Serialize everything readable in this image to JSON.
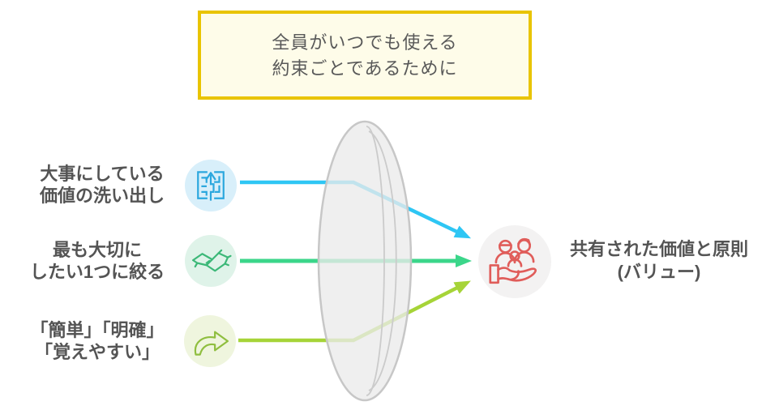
{
  "title_box": {
    "lines": [
      "全員がいつでも使える",
      "約束ごとであるために"
    ],
    "border_color": "#E9C400",
    "background_color": "#FEFCE9"
  },
  "inputs": [
    {
      "lines": [
        "大事にしている",
        "価値の洗い出し"
      ],
      "icon": "maze-icon",
      "icon_color": "#2BA7DE",
      "circle_color": "#D8EFFA",
      "arrow_color": "#2EC6F4"
    },
    {
      "lines": [
        "最も大切に",
        "したい1つに絞る"
      ],
      "icon": "handshake-icon",
      "icon_color": "#3CB878",
      "circle_color": "#DFF3E9",
      "arrow_color": "#3BD68A"
    },
    {
      "lines": [
        "「簡単」「明確」",
        "「覚えやすい」"
      ],
      "icon": "curved-arrow-icon",
      "icon_color": "#8FBE3F",
      "circle_color": "#EFF5DE",
      "arrow_color": "#A6D438"
    }
  ],
  "output": {
    "lines": [
      "共有された価値と原則",
      "(バリュー)"
    ],
    "icon": "people-on-hand-icon",
    "icon_color": "#E05D5A",
    "circle_color": "#F3F2F2"
  },
  "lens": {
    "fill_color": "#EDEDED",
    "stroke_color": "#C7C7C7"
  },
  "text_color": "#545454"
}
